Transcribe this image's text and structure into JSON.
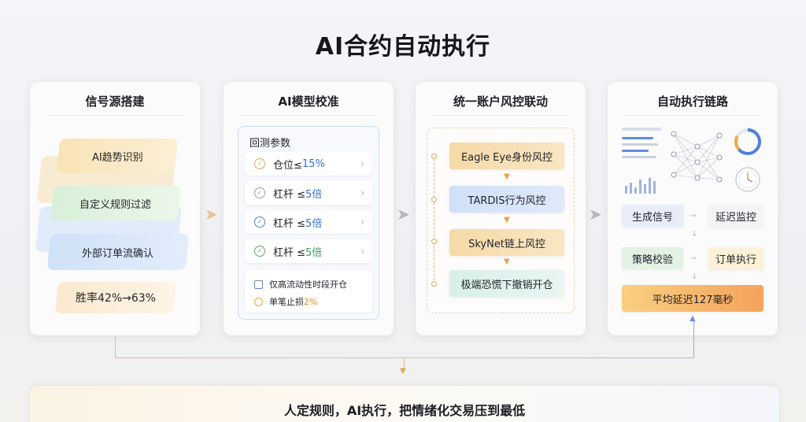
{
  "title": "AI合约自动执行",
  "panels": {
    "signal": {
      "title": "信号源搭建",
      "layers": [
        "AI趋势识别",
        "自定义规则过滤",
        "外部订单流确认"
      ],
      "result": "胜率42%→63%"
    },
    "model": {
      "title": "AI模型校准",
      "box_title": "回测参数",
      "params": [
        {
          "label": "仓位≤",
          "value": "15%"
        },
        {
          "label": "杠杆 ≤ ",
          "value": "5倍"
        },
        {
          "label": "杠杆 ≤ ",
          "value": "5倍"
        },
        {
          "label": "杠杆 ≤ ",
          "value": "5倍"
        }
      ],
      "note1": "仅高流动性时段开仓",
      "note2_label": "单笔止损",
      "note2_value": "2%"
    },
    "risk": {
      "title": "统一账户风控联动",
      "items": [
        "Eagle Eye身份风控",
        "TARDIS行为风控",
        "SkyNet链上风控",
        "极端恐慌下撤销开仓"
      ]
    },
    "exec": {
      "title": "自动执行链路",
      "items": [
        "生成信号",
        "延迟监控",
        "策略校验",
        "订单执行"
      ],
      "latency": "平均延迟127毫秒"
    }
  },
  "footer": "人定规则，AI执行，把情绪化交易压到最低",
  "colors": {
    "accent_orange": "#f5a25c",
    "accent_blue": "#2f6fd6",
    "loop_warm": "#e0b98b",
    "loop_cool": "#8fabe0"
  }
}
